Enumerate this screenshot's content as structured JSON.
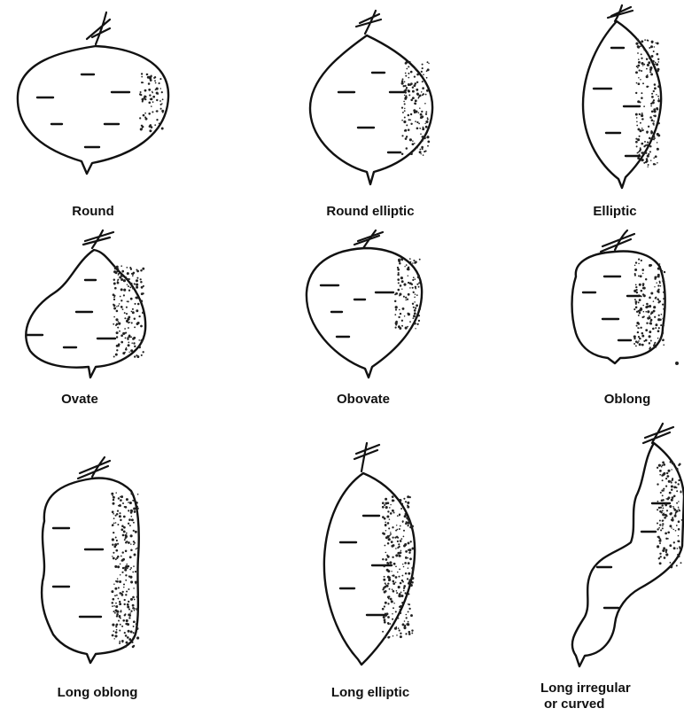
{
  "figure": {
    "shapes": [
      {
        "label": "Round"
      },
      {
        "label": "Round elliptic"
      },
      {
        "label": "Elliptic"
      },
      {
        "label": "Ovate"
      },
      {
        "label": "Obovate"
      },
      {
        "label": "Oblong"
      },
      {
        "label": "Long oblong"
      },
      {
        "label": "Long elliptic"
      },
      {
        "label": "Long irregular",
        "label_line2": "or curved"
      }
    ]
  }
}
